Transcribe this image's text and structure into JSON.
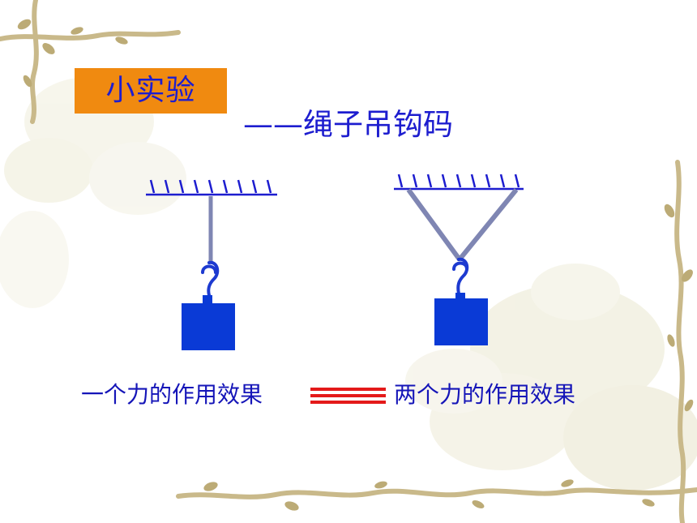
{
  "slide": {
    "badge_label": "小实验",
    "subtitle": "——绳子吊钩码",
    "caption_left": "一个力的作用效果",
    "caption_right": "两个力的作用效果"
  },
  "colors": {
    "badge_bg": "#f08a10",
    "text_blue": "#1d1dcf",
    "weight_blue": "#0a3ad6",
    "rope_gray": "#7f86b3",
    "equals_red": "#e41a1a",
    "vine_tan": "#c9b98a"
  },
  "icons": {
    "ceiling_left": "hatched-ceiling-icon",
    "ceiling_right": "hatched-ceiling-icon",
    "hook": "hook-icon",
    "weight": "weight-block-icon",
    "equals": "equivalence-icon"
  }
}
